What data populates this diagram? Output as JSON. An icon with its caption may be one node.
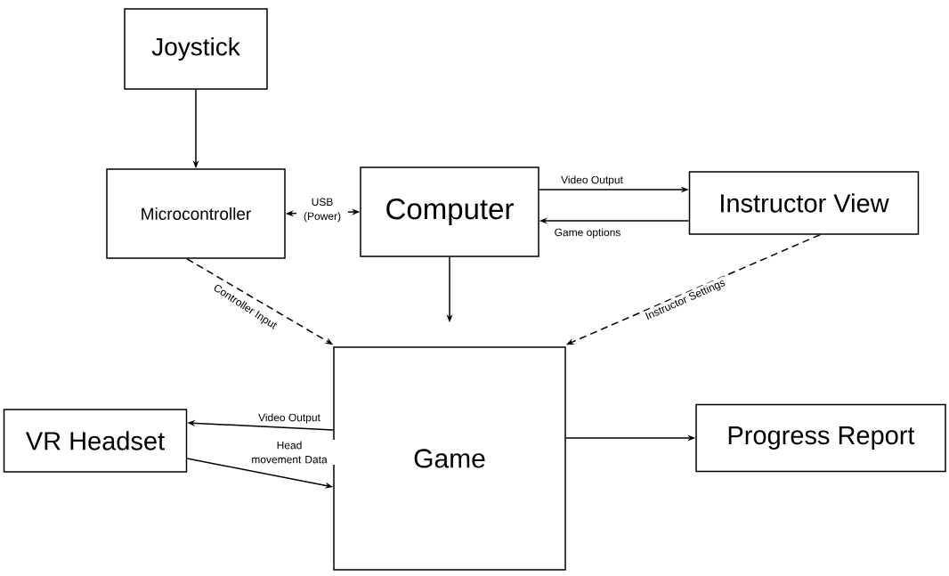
{
  "diagram": {
    "nodes": [
      {
        "text": [
          "Joystick"
        ]
      },
      {
        "text": [
          "Microcontroller"
        ]
      },
      {
        "text": [
          "Computer"
        ]
      },
      {
        "text": [
          "Instructor View"
        ]
      },
      {
        "text": [
          "Game"
        ]
      },
      {
        "text": [
          "VR Headset"
        ]
      },
      {
        "text": [
          "Progress Report"
        ]
      }
    ],
    "edges": [
      {
        "from": 0,
        "to": 1,
        "arrow": "to"
      },
      {
        "from": 1,
        "to": 2,
        "arrow": "both",
        "label": "USB (Power)"
      },
      {
        "from": 2,
        "to": 3,
        "arrow": "to",
        "label": "Video Output"
      },
      {
        "from": 3,
        "to": 2,
        "arrow": "to",
        "label": "Game options"
      },
      {
        "from": 1,
        "to": 4,
        "arrow": "to",
        "style": "dashed",
        "label": "Controller Input"
      },
      {
        "from": 2,
        "to": 4,
        "arrow": "to"
      },
      {
        "from": 3,
        "to": 4,
        "arrow": "to",
        "style": "dashed",
        "label": "Instructor Settings"
      },
      {
        "from": 4,
        "to": 5,
        "arrow": "to",
        "label": "Video Output"
      },
      {
        "from": 5,
        "to": 4,
        "arrow": "to",
        "label": "Head movement Data"
      },
      {
        "from": 4,
        "to": 6,
        "arrow": "to"
      }
    ]
  }
}
